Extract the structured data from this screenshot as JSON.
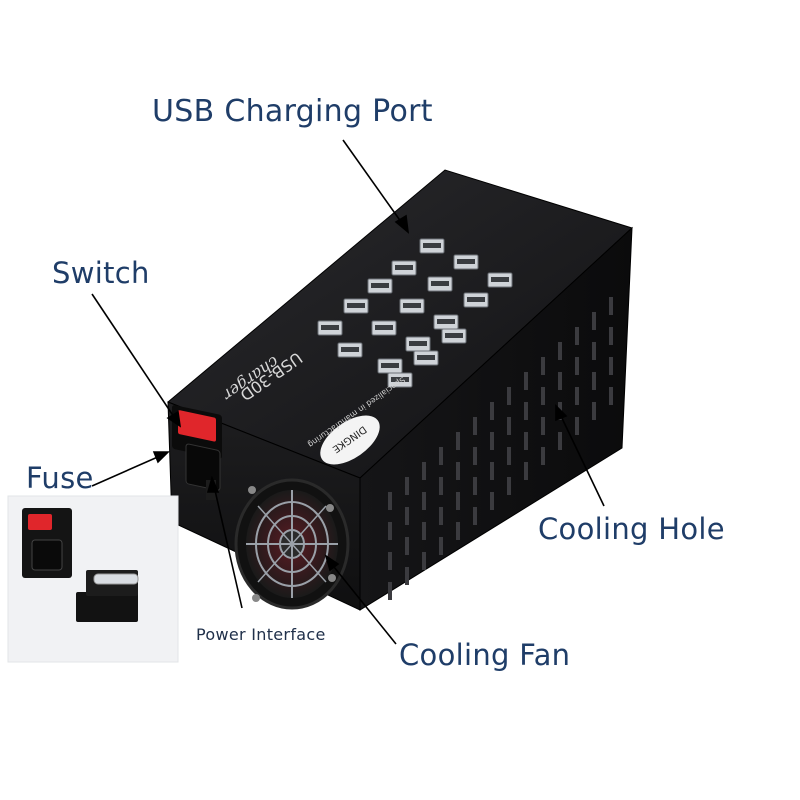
{
  "labels": {
    "usb_port": "USB Charging Port",
    "switch": "Switch",
    "fuse": "Fuse",
    "cooling_hole": "Cooling Hole",
    "cooling_fan": "Cooling Fan",
    "power_interface": "Power Interface"
  },
  "device_print": {
    "model": "USB-30D",
    "charger": "charger",
    "brand": "DINGKE",
    "slogan": "Specialized in manufacturing"
  },
  "colors": {
    "label_text": "#1f3d68",
    "case": "#1b1b1d",
    "switch": "#e0262b"
  }
}
